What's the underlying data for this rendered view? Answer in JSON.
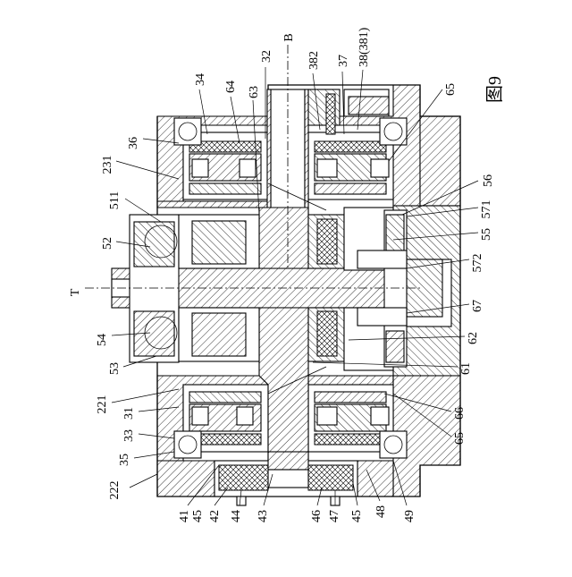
{
  "figure_label": "图9",
  "axis_labels": {
    "B": "B",
    "T": "T"
  },
  "callouts": {
    "c32": "32",
    "c382": "382",
    "c37": "37",
    "c38": "38(381)",
    "c34": "34",
    "c64": "64",
    "c63": "63",
    "c65top": "65",
    "c36": "36",
    "c231": "231",
    "c511": "511",
    "c52": "52",
    "c56": "56",
    "c571": "571",
    "c55": "55",
    "c572": "572",
    "c67": "67",
    "c62": "62",
    "c61": "61",
    "c54": "54",
    "c53": "53",
    "c221": "221",
    "c31": "31",
    "c33": "33",
    "c35": "35",
    "c66": "66",
    "c65bot": "65",
    "c222": "222",
    "c41": "41",
    "c42": "42",
    "c43": "43",
    "c44": "44",
    "c45a": "45",
    "c46": "46",
    "c47": "47",
    "c45b": "45",
    "c48": "48",
    "c49": "49"
  }
}
